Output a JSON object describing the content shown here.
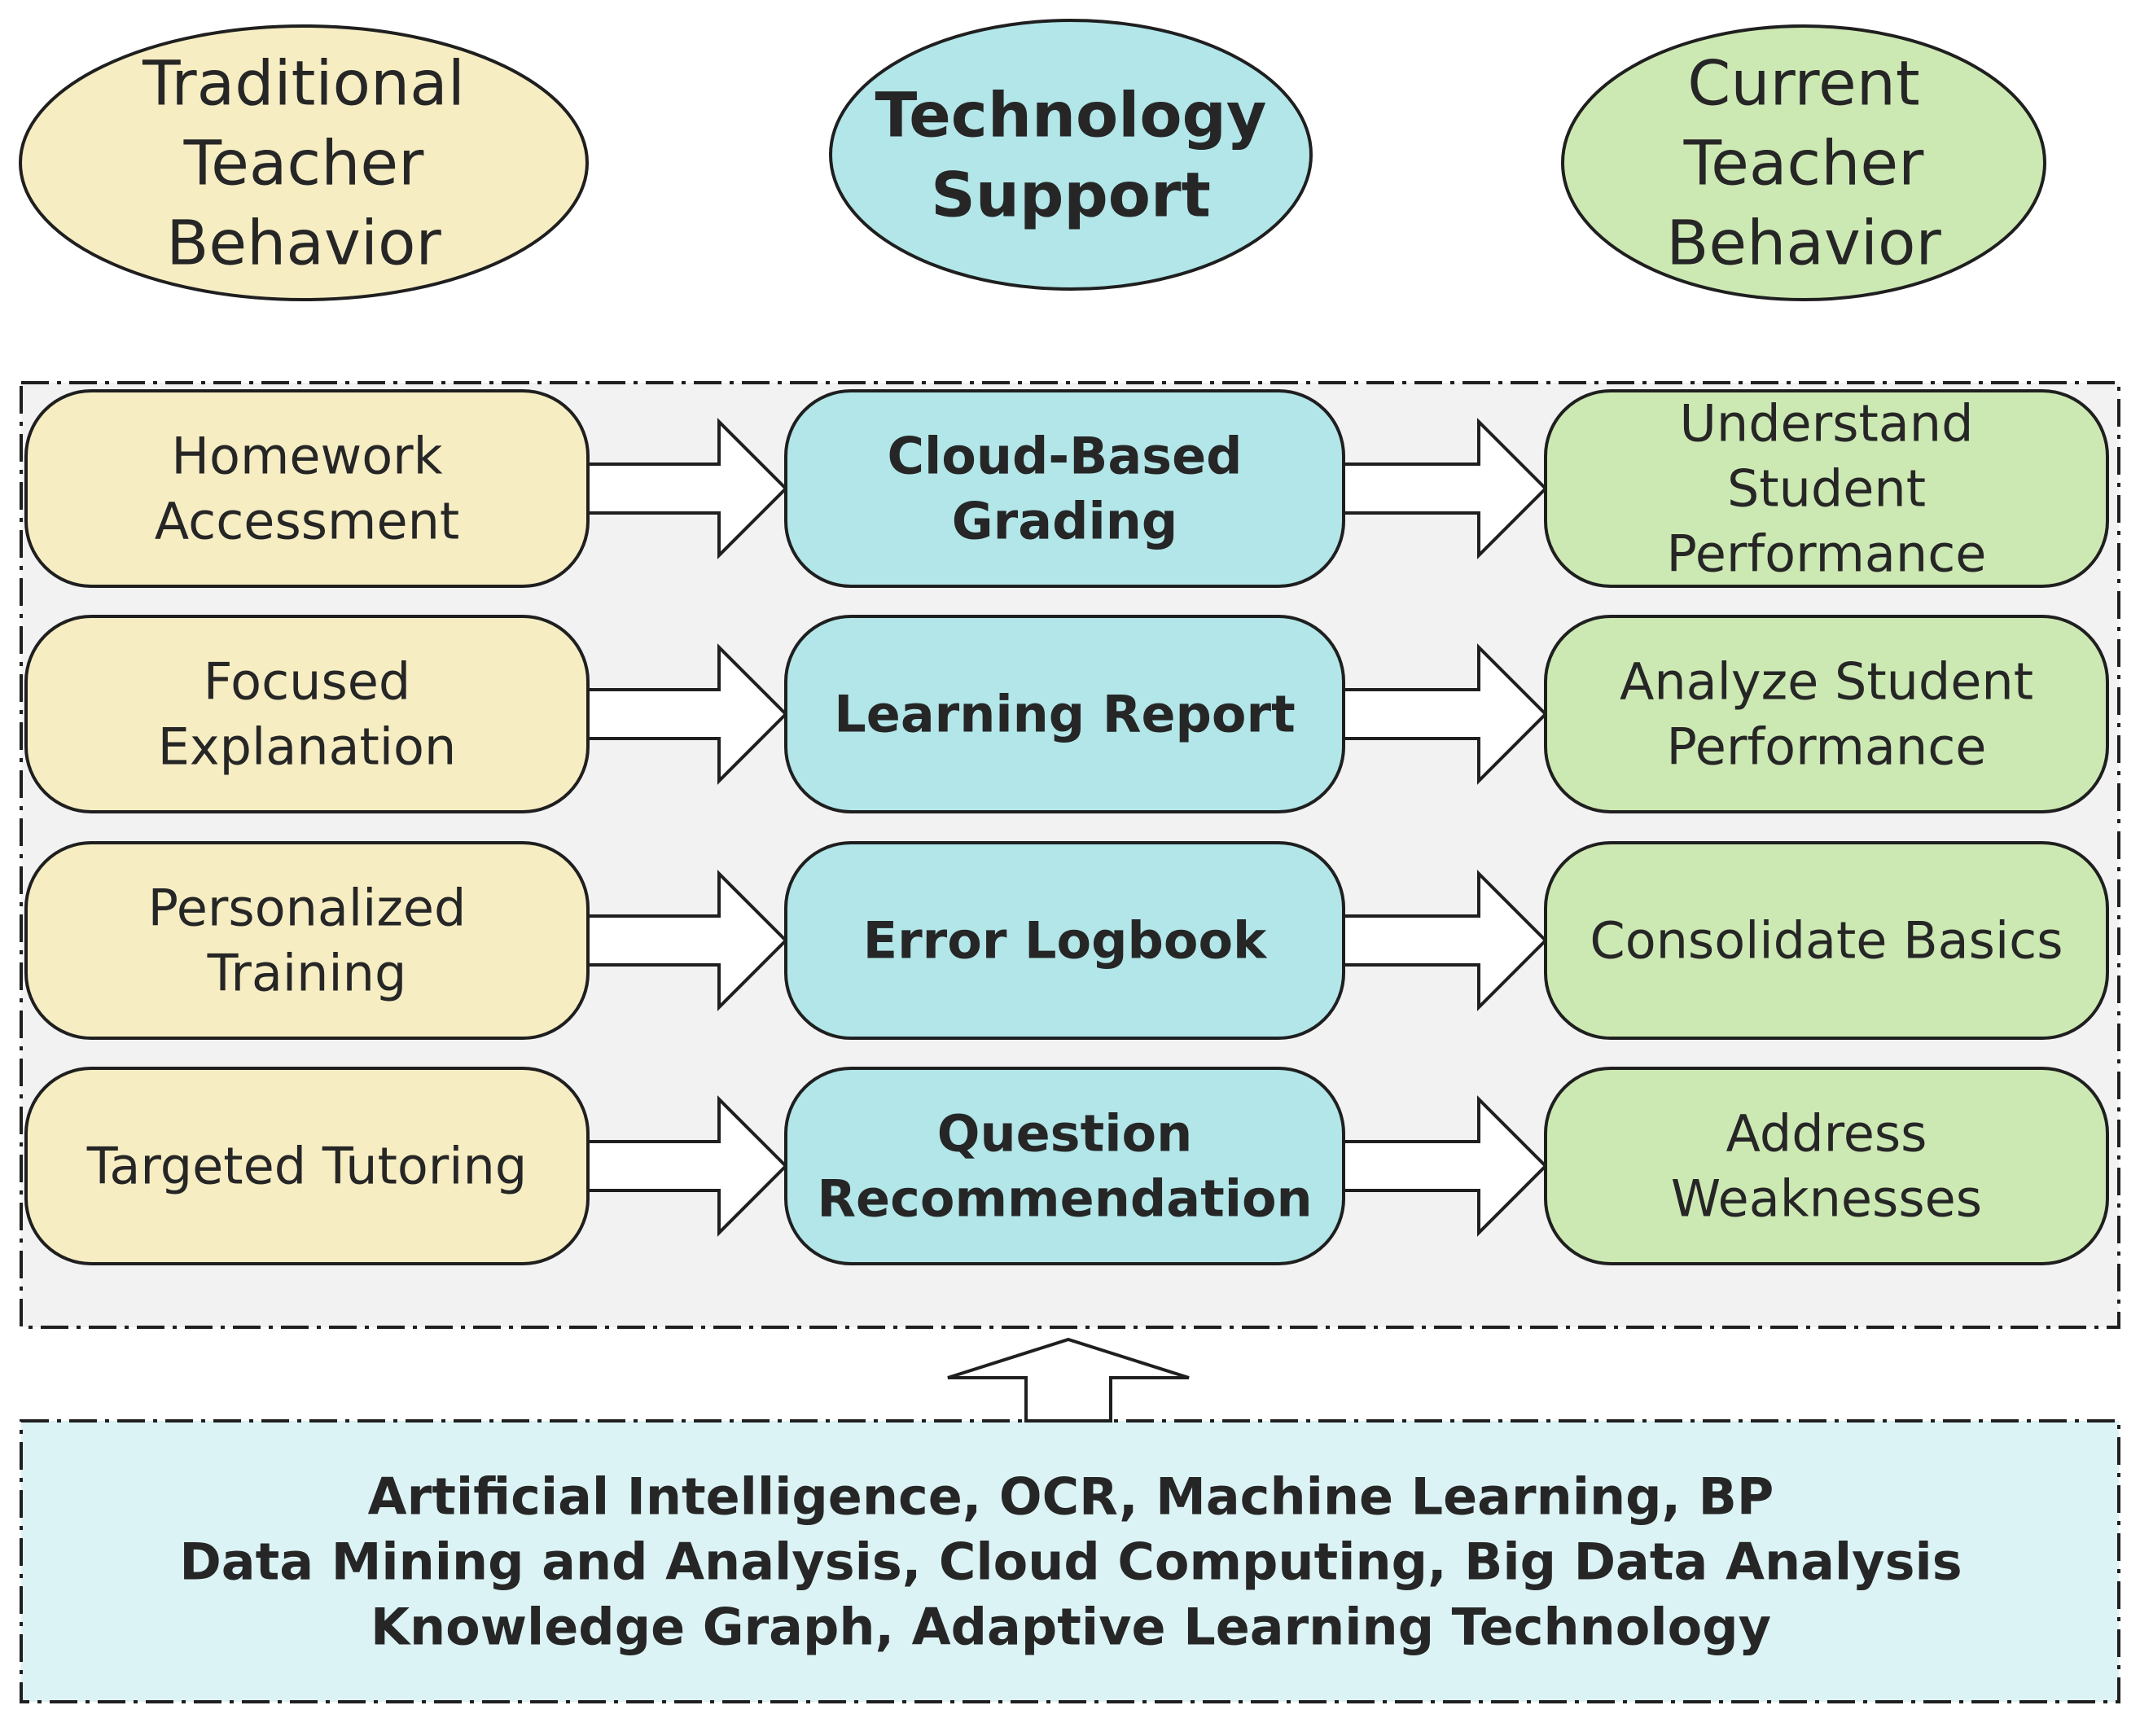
{
  "headers": {
    "traditional": [
      "Traditional",
      "Teacher",
      "Behavior"
    ],
    "technology": [
      "Technology",
      "Support"
    ],
    "current": [
      "Current",
      "Teacher",
      "Behavior"
    ]
  },
  "rows": [
    {
      "traditional": [
        "Homework",
        "Accessment"
      ],
      "technology": [
        "Cloud-Based",
        "Grading"
      ],
      "current": [
        "Understand",
        "Student",
        "Performance"
      ]
    },
    {
      "traditional": [
        "Focused",
        "Explanation"
      ],
      "technology": [
        "Learning Report"
      ],
      "current": [
        "Analyze Student",
        "Performance"
      ]
    },
    {
      "traditional": [
        "Personalized",
        "Training"
      ],
      "technology": [
        "Error Logbook"
      ],
      "current": [
        "Consolidate Basics"
      ]
    },
    {
      "traditional": [
        "Targeted Tutoring"
      ],
      "technology": [
        "Question",
        "Recommendation"
      ],
      "current": [
        "Address",
        "Weaknesses"
      ]
    }
  ],
  "technologies": [
    "Artificial Intelligence, OCR,  Machine Learning, BP",
    "Data Mining and Analysis, Cloud Computing, Big Data Analysis",
    "Knowledge Graph, Adaptive Learning Technology"
  ],
  "colors": {
    "traditional_fill": "#f6edc3",
    "technology_fill": "#b2e6e9",
    "current_fill": "#cde9b3",
    "panel_fill": "#f2f2f2",
    "tech_panel_fill": "#dcf3f5",
    "stroke": "#1f1f1f",
    "text": "#262626"
  }
}
